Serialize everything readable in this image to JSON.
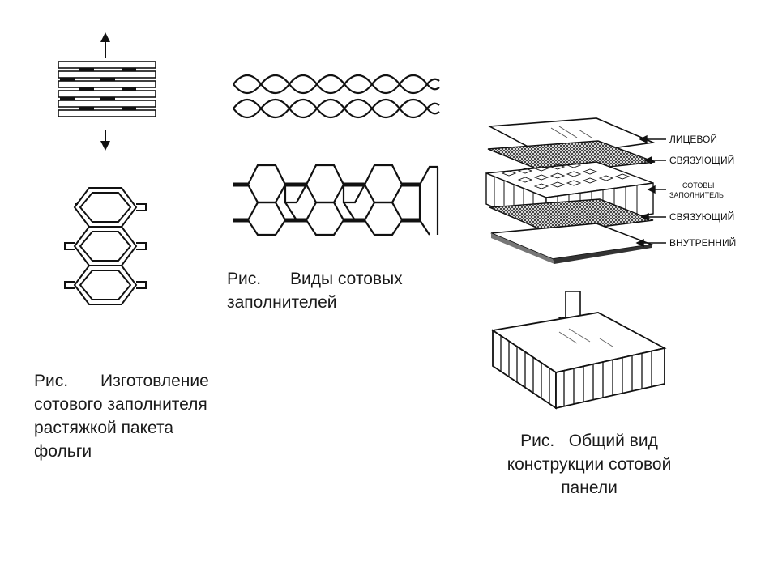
{
  "figure1": {
    "caption": {
      "ref": "Рис.",
      "line1": "Изготовление",
      "line2": "сотового заполнителя",
      "line3": "растяжкой пакета",
      "line4": "фольги"
    }
  },
  "figure2": {
    "caption": {
      "ref": "Рис.",
      "line1": "Виды сотовых",
      "line2": "заполнителей"
    }
  },
  "figure3": {
    "caption": {
      "ref": "Рис.",
      "line1": "Общий вид",
      "line2": "конструкции сотовой",
      "line3": "панели"
    },
    "layers": {
      "face": "ЛИЦЕВОЙ",
      "adhesive_top": "СВЯЗУЮЩИЙ",
      "core_line1": "СОТОВЫ",
      "core_line2": "ЗАПОЛНИТЕЛЬ",
      "adhesive_bottom": "СВЯЗУЮЩИЙ",
      "inner": "ВНУТРЕННИЙ"
    }
  }
}
